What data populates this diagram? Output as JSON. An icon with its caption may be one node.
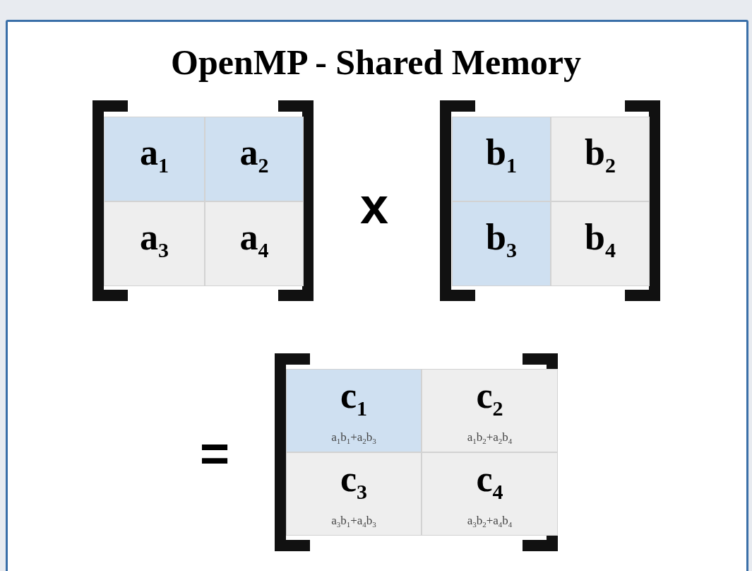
{
  "diagram": {
    "title": "OpenMP - Shared Memory",
    "nodes": [
      {
        "text": [
          "a$_{1}$"
        ]
      },
      {
        "text": [
          "a$_{2}$"
        ]
      },
      {
        "text": [
          "a$_{3}$"
        ]
      },
      {
        "text": [
          "a$_{4}$"
        ]
      },
      {
        "text": [
          "b$_{1}$"
        ]
      },
      {
        "text": [
          "b$_{2}$"
        ]
      },
      {
        "text": [
          "b$_{3}$"
        ]
      },
      {
        "text": [
          "b$_{4}$"
        ]
      },
      {
        "text": [
          "c$_{1}$",
          "a$_{1}$b$_{1}$+a$_{2}$b$_{3}$"
        ]
      },
      {
        "text": [
          "c$_{2}$",
          "a$_{1}$b$_{2}$+a$_{2}$b$_{4}$"
        ]
      },
      {
        "text": [
          "c$_{3}$",
          "a$_{3}$b$_{1}$+a$_{4}$b$_{3}$"
        ]
      },
      {
        "text": [
          "c$_{4}$",
          "a$_{3}$b$_{2}$+a$_{4}$b$_{4}$"
        ]
      }
    ],
    "edges": [],
    "labels": [
      "x",
      "="
    ]
  }
}
